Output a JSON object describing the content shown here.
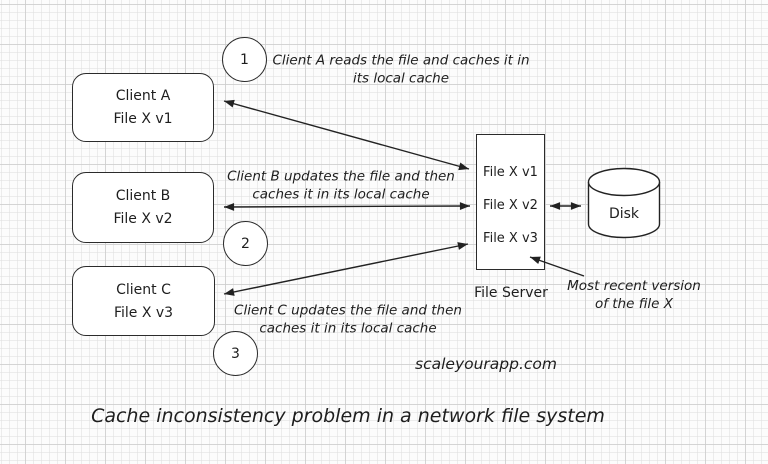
{
  "title": "Cache inconsistency problem in a network file system",
  "watermark": "scaleyourapp.com",
  "clients": [
    {
      "name": "Client A",
      "cache": "File X v1"
    },
    {
      "name": "Client B",
      "cache": "File X v2"
    },
    {
      "name": "Client C",
      "cache": "File X v3"
    }
  ],
  "steps": [
    {
      "number": "1",
      "line1": "Client A reads the file and caches it in",
      "line2": "its local cache"
    },
    {
      "number": "2",
      "line1": "Client B updates the file and then",
      "line2": "caches it in its local cache"
    },
    {
      "number": "3",
      "line1": "Client C updates the file and then",
      "line2": "caches it in its local cache"
    }
  ],
  "file_server": {
    "label": "File Server",
    "versions": [
      "File X v1",
      "File X v2",
      "File X v3"
    ]
  },
  "disk": {
    "label": "Disk"
  },
  "callout": {
    "line1": "Most recent version",
    "line2": "of the file X"
  },
  "colors": {
    "ink": "#222222",
    "shape_fill": "#ffffff",
    "background": "#fcfcfc",
    "grid_minor": "#e4e4e4",
    "grid_major": "#cdcdcd"
  }
}
